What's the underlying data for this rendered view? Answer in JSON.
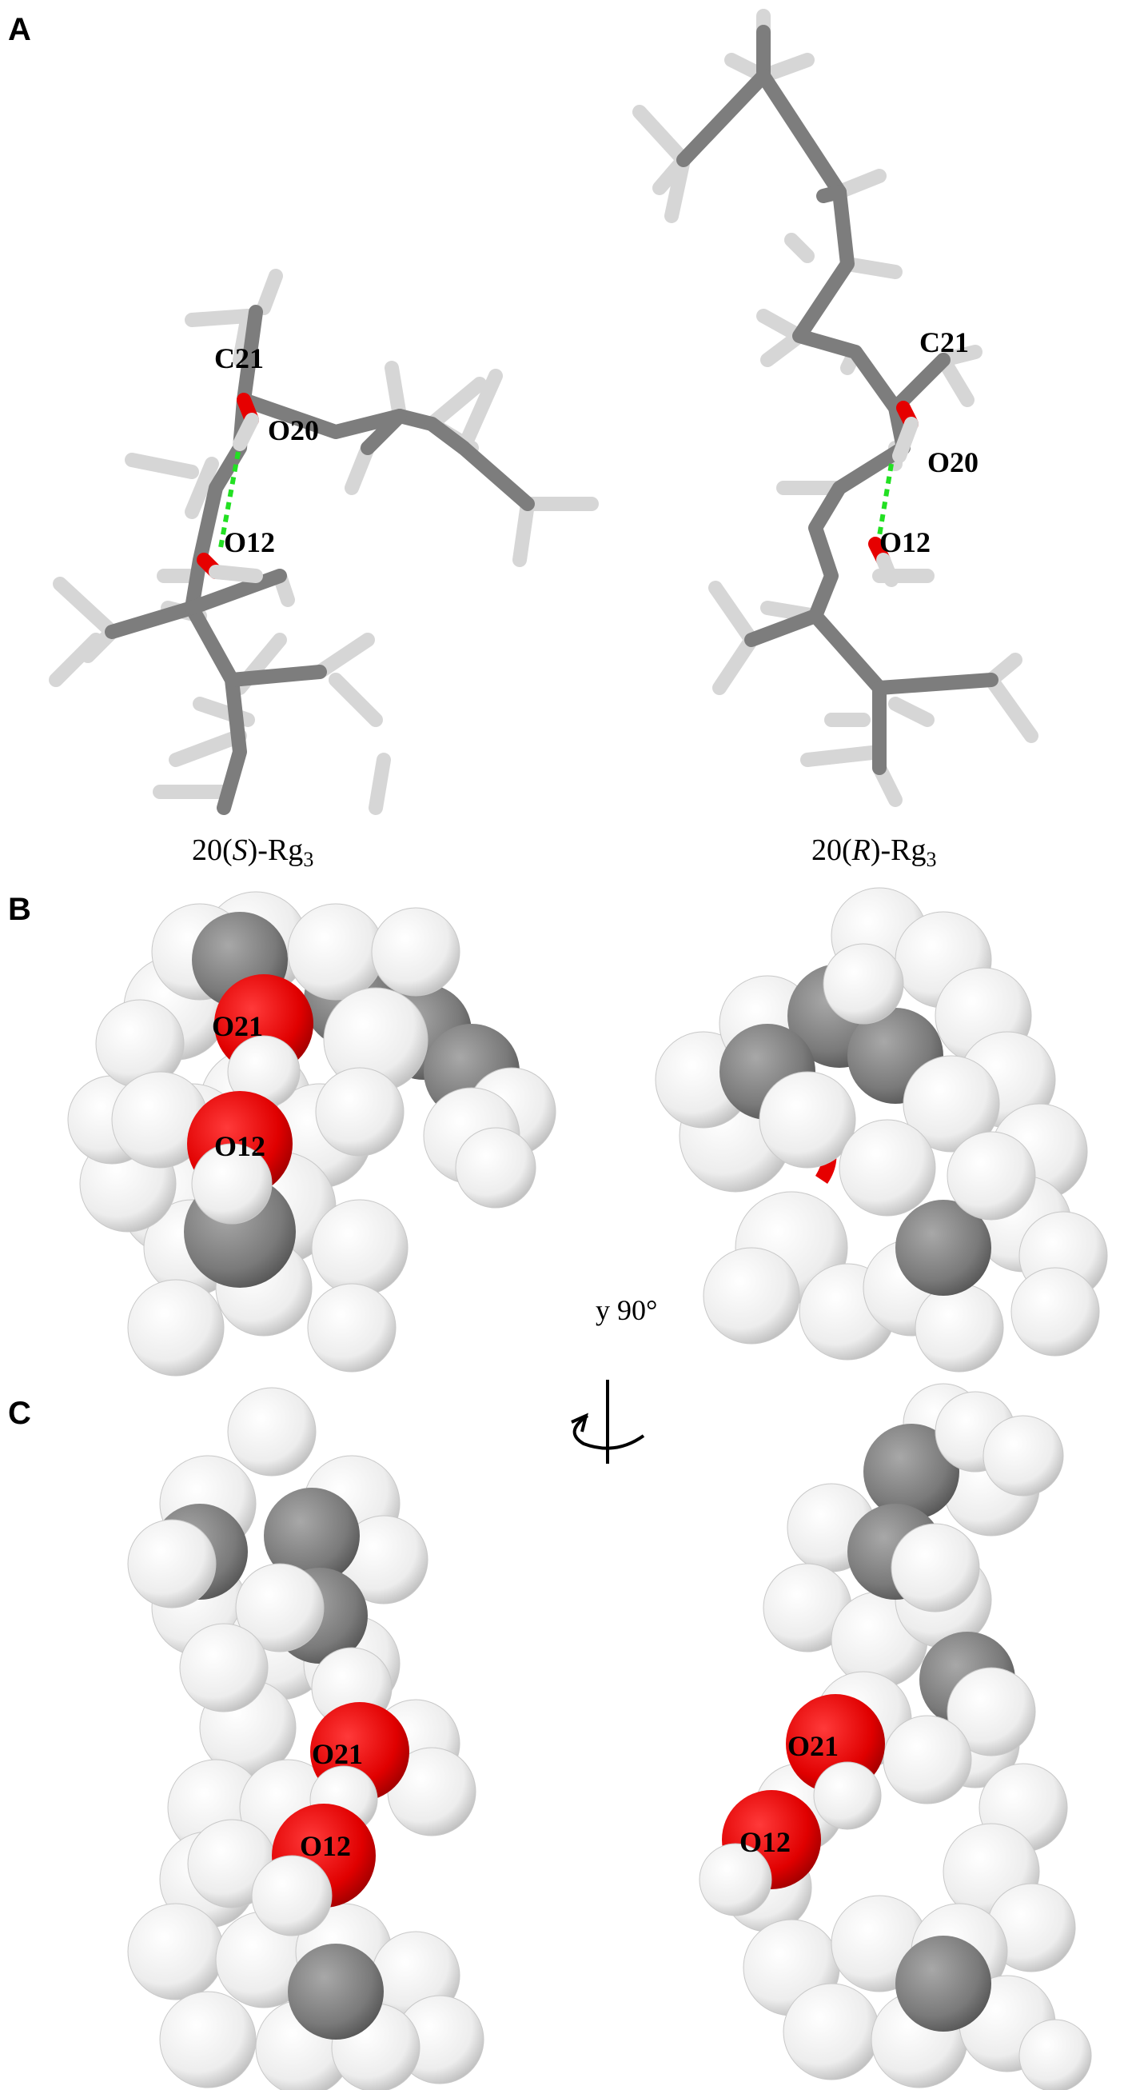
{
  "panels": {
    "a": {
      "letter": "A"
    },
    "b": {
      "letter": "B"
    },
    "c": {
      "letter": "C"
    }
  },
  "panel_a": {
    "left": {
      "caption_prefix": "20(",
      "caption_italic": "S",
      "caption_suffix": ")-Rg",
      "caption_sub": "3",
      "labels": {
        "c21": "C21",
        "o20": "O20",
        "o12": "O12"
      }
    },
    "right": {
      "caption_prefix": "20(",
      "caption_italic": "R",
      "caption_suffix": ")-Rg",
      "caption_sub": "3",
      "labels": {
        "c21": "C21",
        "o20": "O20",
        "o12": "O12"
      }
    }
  },
  "panel_b": {
    "left_labels": {
      "o21": "O21",
      "o12": "O12"
    },
    "rotation_text": "y 90°"
  },
  "panel_c": {
    "left_labels": {
      "o21": "O21",
      "o12": "O12"
    },
    "right_labels": {
      "o21": "O21",
      "o12": "O12"
    }
  },
  "colors": {
    "carbon": "#7d7d7d",
    "hydrogen": "#f2f2f2",
    "oxygen": "#e60000",
    "hbond": "#22e022"
  }
}
